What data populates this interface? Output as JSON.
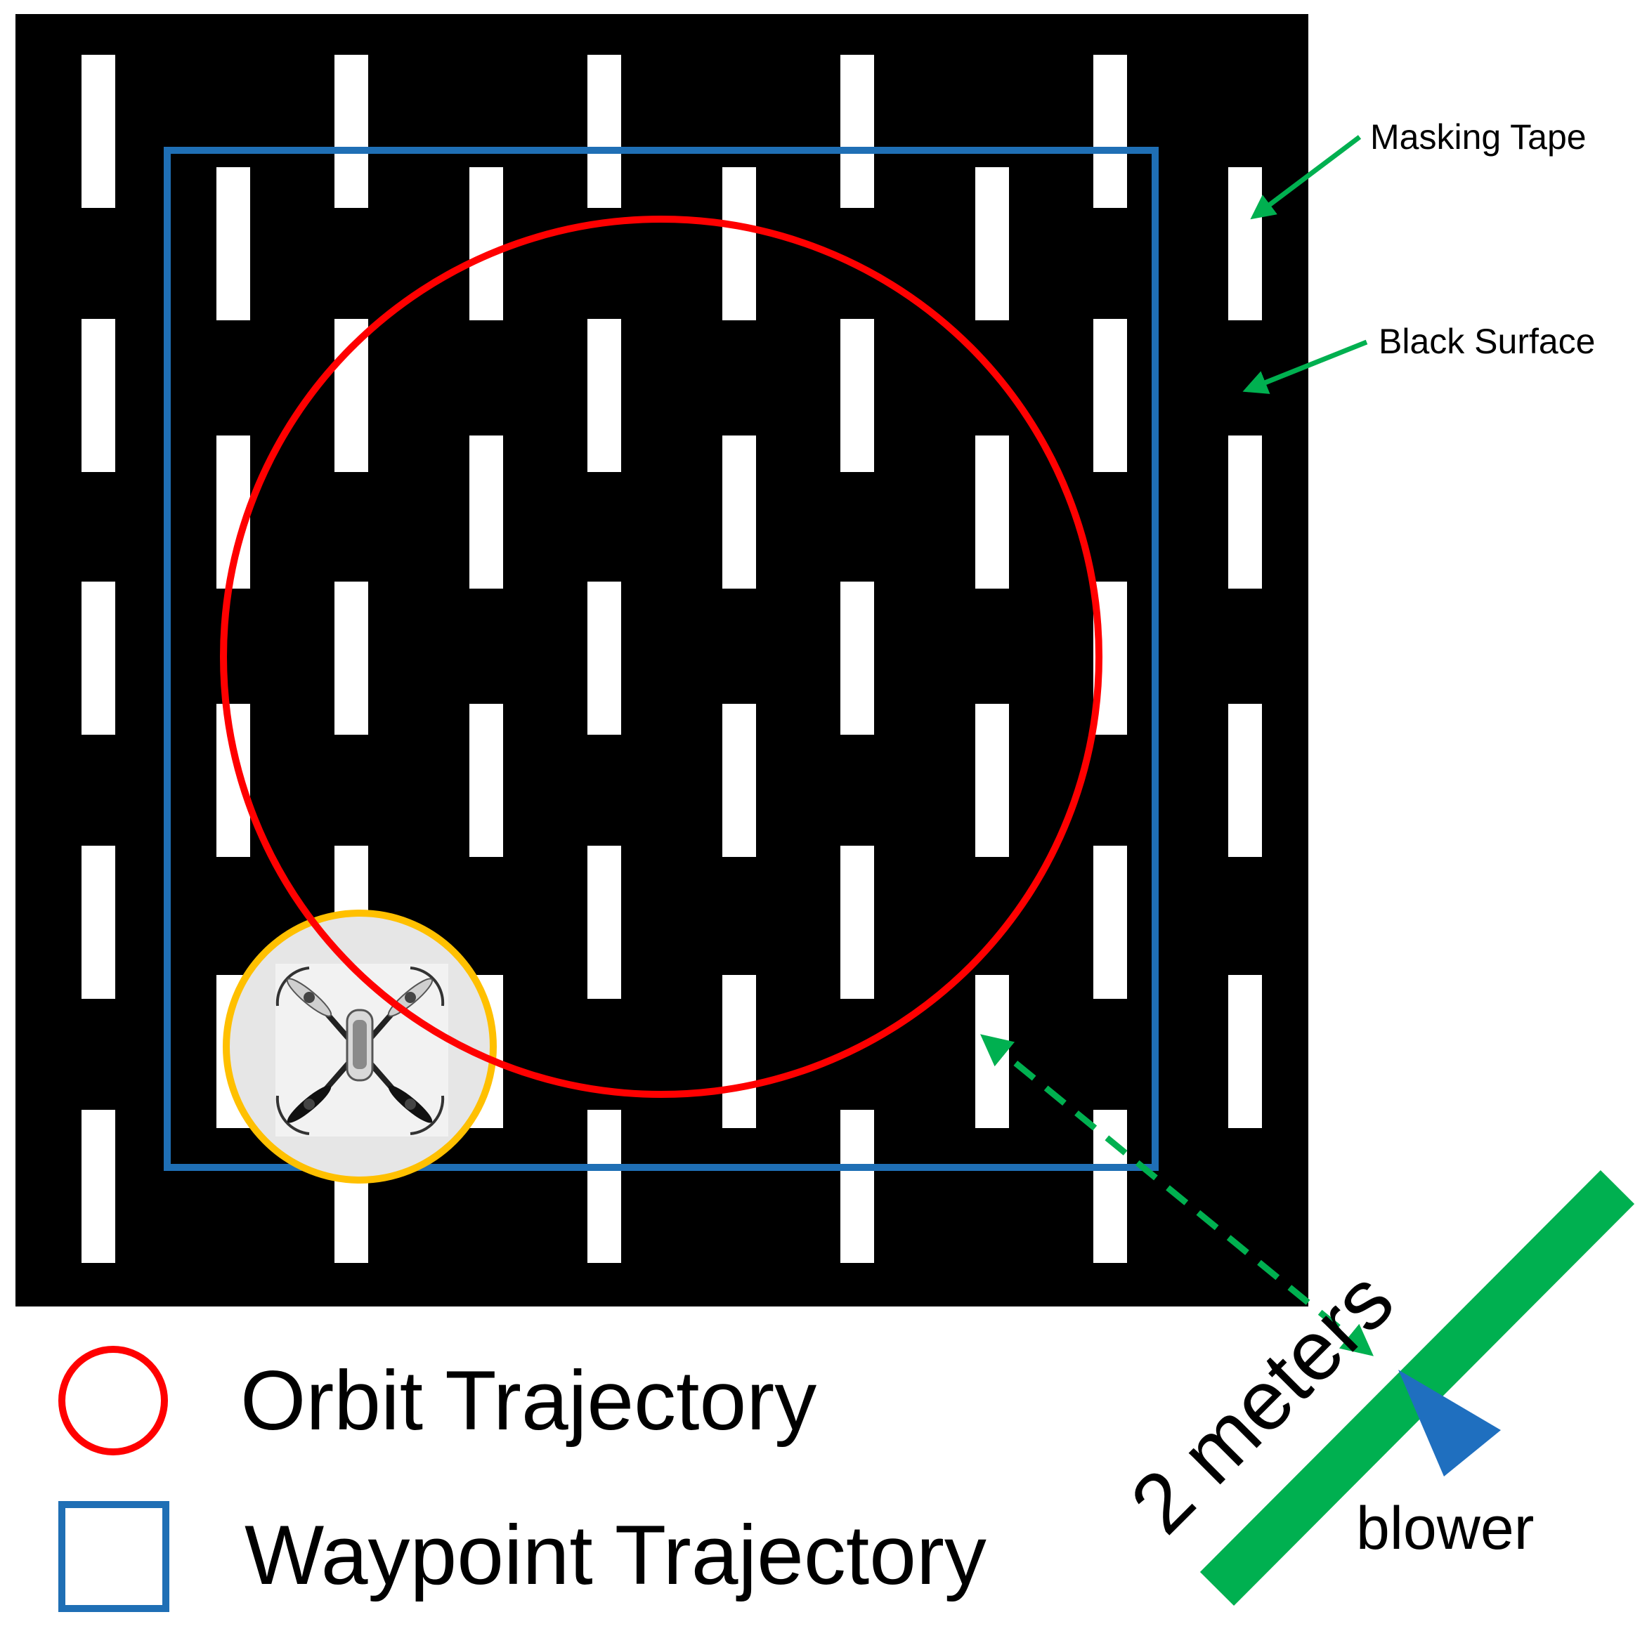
{
  "labels": {
    "masking_tape": "Masking Tape",
    "black_surface": "Black Surface",
    "distance": "2 meters",
    "blower": "blower"
  },
  "legend": {
    "orbit": "Orbit Trajectory",
    "waypoint": "Waypoint Trajectory"
  },
  "colors": {
    "surface": "#000000",
    "tape": "#ffffff",
    "orbit": "#ff0000",
    "waypoint": "#1f6fb5",
    "annotation": "#00b050",
    "drone_ring": "#ffc000",
    "drone_fill": "#e6e6e6",
    "blower": "#1f6fbf"
  },
  "icons": {
    "drone": "quadcopter-drone-icon",
    "blower": "blower-triangle-icon"
  }
}
